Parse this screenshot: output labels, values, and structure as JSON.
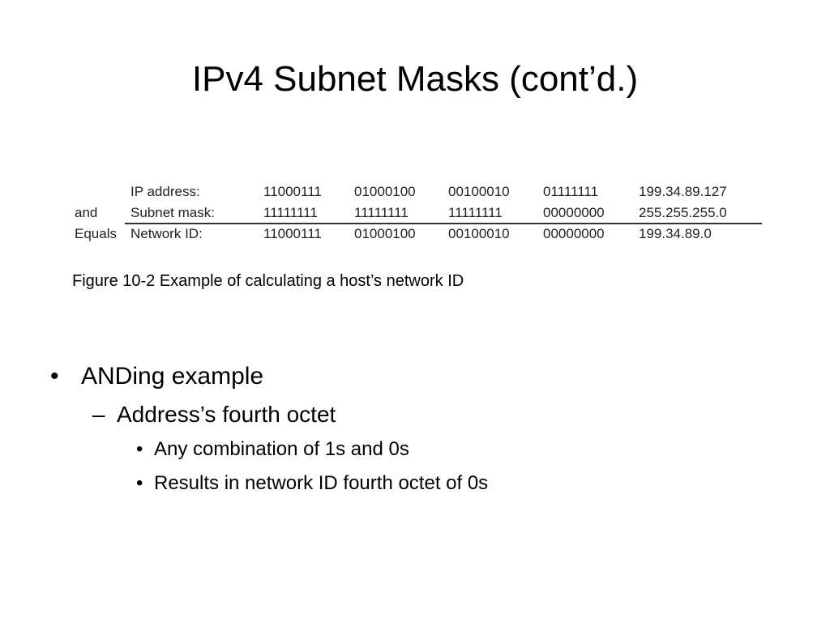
{
  "slide": {
    "title": "IPv4 Subnet Masks (cont’d.)"
  },
  "figure": {
    "rows": [
      {
        "prefix": "",
        "label": "IP address:",
        "octets": [
          "11000111",
          "01000100",
          "00100010",
          "01111111"
        ],
        "decimal": "199.34.89.127"
      },
      {
        "prefix": "and",
        "label": "Subnet mask:",
        "octets": [
          "11111111",
          "11111111",
          "11111111",
          "00000000"
        ],
        "decimal": "255.255.255.0"
      },
      {
        "prefix": "Equals",
        "label": "Network ID:",
        "octets": [
          "11000111",
          "01000100",
          "00100010",
          "00000000"
        ],
        "decimal": "199.34.89.0"
      }
    ],
    "caption": "Figure 10-2 Example of calculating a host’s network ID"
  },
  "bullets": {
    "level1": {
      "marker": "•",
      "text": "ANDing example"
    },
    "level2": {
      "marker": "–",
      "text": "Address’s fourth octet"
    },
    "level3": [
      {
        "marker": "•",
        "text": "Any combination of 1s and 0s"
      },
      {
        "marker": "•",
        "text": "Results in network ID fourth octet of 0s"
      }
    ]
  }
}
